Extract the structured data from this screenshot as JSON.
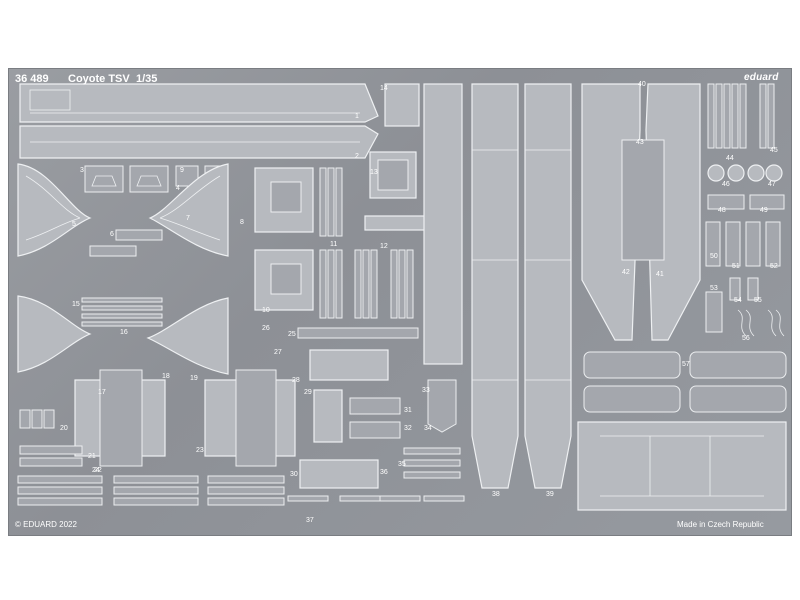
{
  "fret": {
    "catalog_number": "36 489",
    "title": "Coyote TSV",
    "scale": "1/35",
    "brand": "eduard",
    "copyright": "© EDUARD 2022",
    "origin": "Made in Czech Republic"
  },
  "part_numbers": [
    "1",
    "2",
    "3",
    "4",
    "5",
    "6",
    "7",
    "8",
    "9",
    "10",
    "11",
    "12",
    "13",
    "14",
    "15",
    "16",
    "17",
    "18",
    "19",
    "20",
    "21",
    "22",
    "23",
    "24",
    "25",
    "26",
    "27",
    "28",
    "29",
    "30",
    "31",
    "32",
    "33",
    "34",
    "35",
    "36",
    "37",
    "38",
    "39",
    "40",
    "41",
    "42",
    "43",
    "44",
    "45",
    "46",
    "47",
    "48",
    "49",
    "50",
    "51",
    "52",
    "53",
    "54",
    "55",
    "56",
    "57"
  ],
  "colors": {
    "metal": "#8f9297",
    "part": "#b7babf",
    "etch_line": "#eef0f2",
    "label": "#ffffff"
  }
}
